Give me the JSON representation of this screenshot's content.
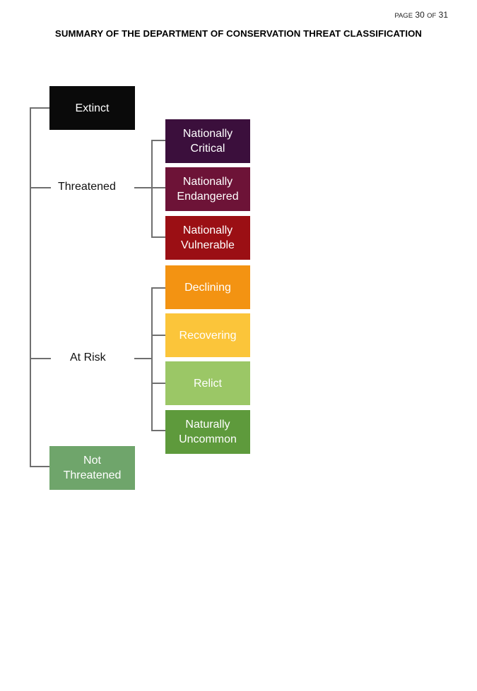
{
  "header": {
    "page_prefix": "Page",
    "page_num": "30",
    "page_of": "of",
    "page_total": "31",
    "title": "SUMMARY OF THE DEPARTMENT OF CONSERVATION THREAT CLASSIFICATION"
  },
  "diagram": {
    "extinct": {
      "label": "Extinct",
      "color": "#0a0a0a"
    },
    "threatened": {
      "label": "Threatened",
      "categories": [
        {
          "line1": "Nationally",
          "line2": "Critical",
          "color": "#3b0f3c"
        },
        {
          "line1": "Nationally",
          "line2": "Endangered",
          "color": "#6d1337"
        },
        {
          "line1": "Nationally",
          "line2": "Vulnerable",
          "color": "#9b0f14"
        }
      ]
    },
    "at_risk": {
      "label": "At Risk",
      "categories": [
        {
          "line1": "Declining",
          "line2": "",
          "color": "#f39312"
        },
        {
          "line1": "Recovering",
          "line2": "",
          "color": "#fbc53a"
        },
        {
          "line1": "Relict",
          "line2": "",
          "color": "#9bc766"
        },
        {
          "line1": "Naturally",
          "line2": "Uncommon",
          "color": "#5e9a3c"
        }
      ]
    },
    "not_threatened": {
      "line1": "Not",
      "line2": "Threatened",
      "color": "#6fa56b"
    }
  }
}
